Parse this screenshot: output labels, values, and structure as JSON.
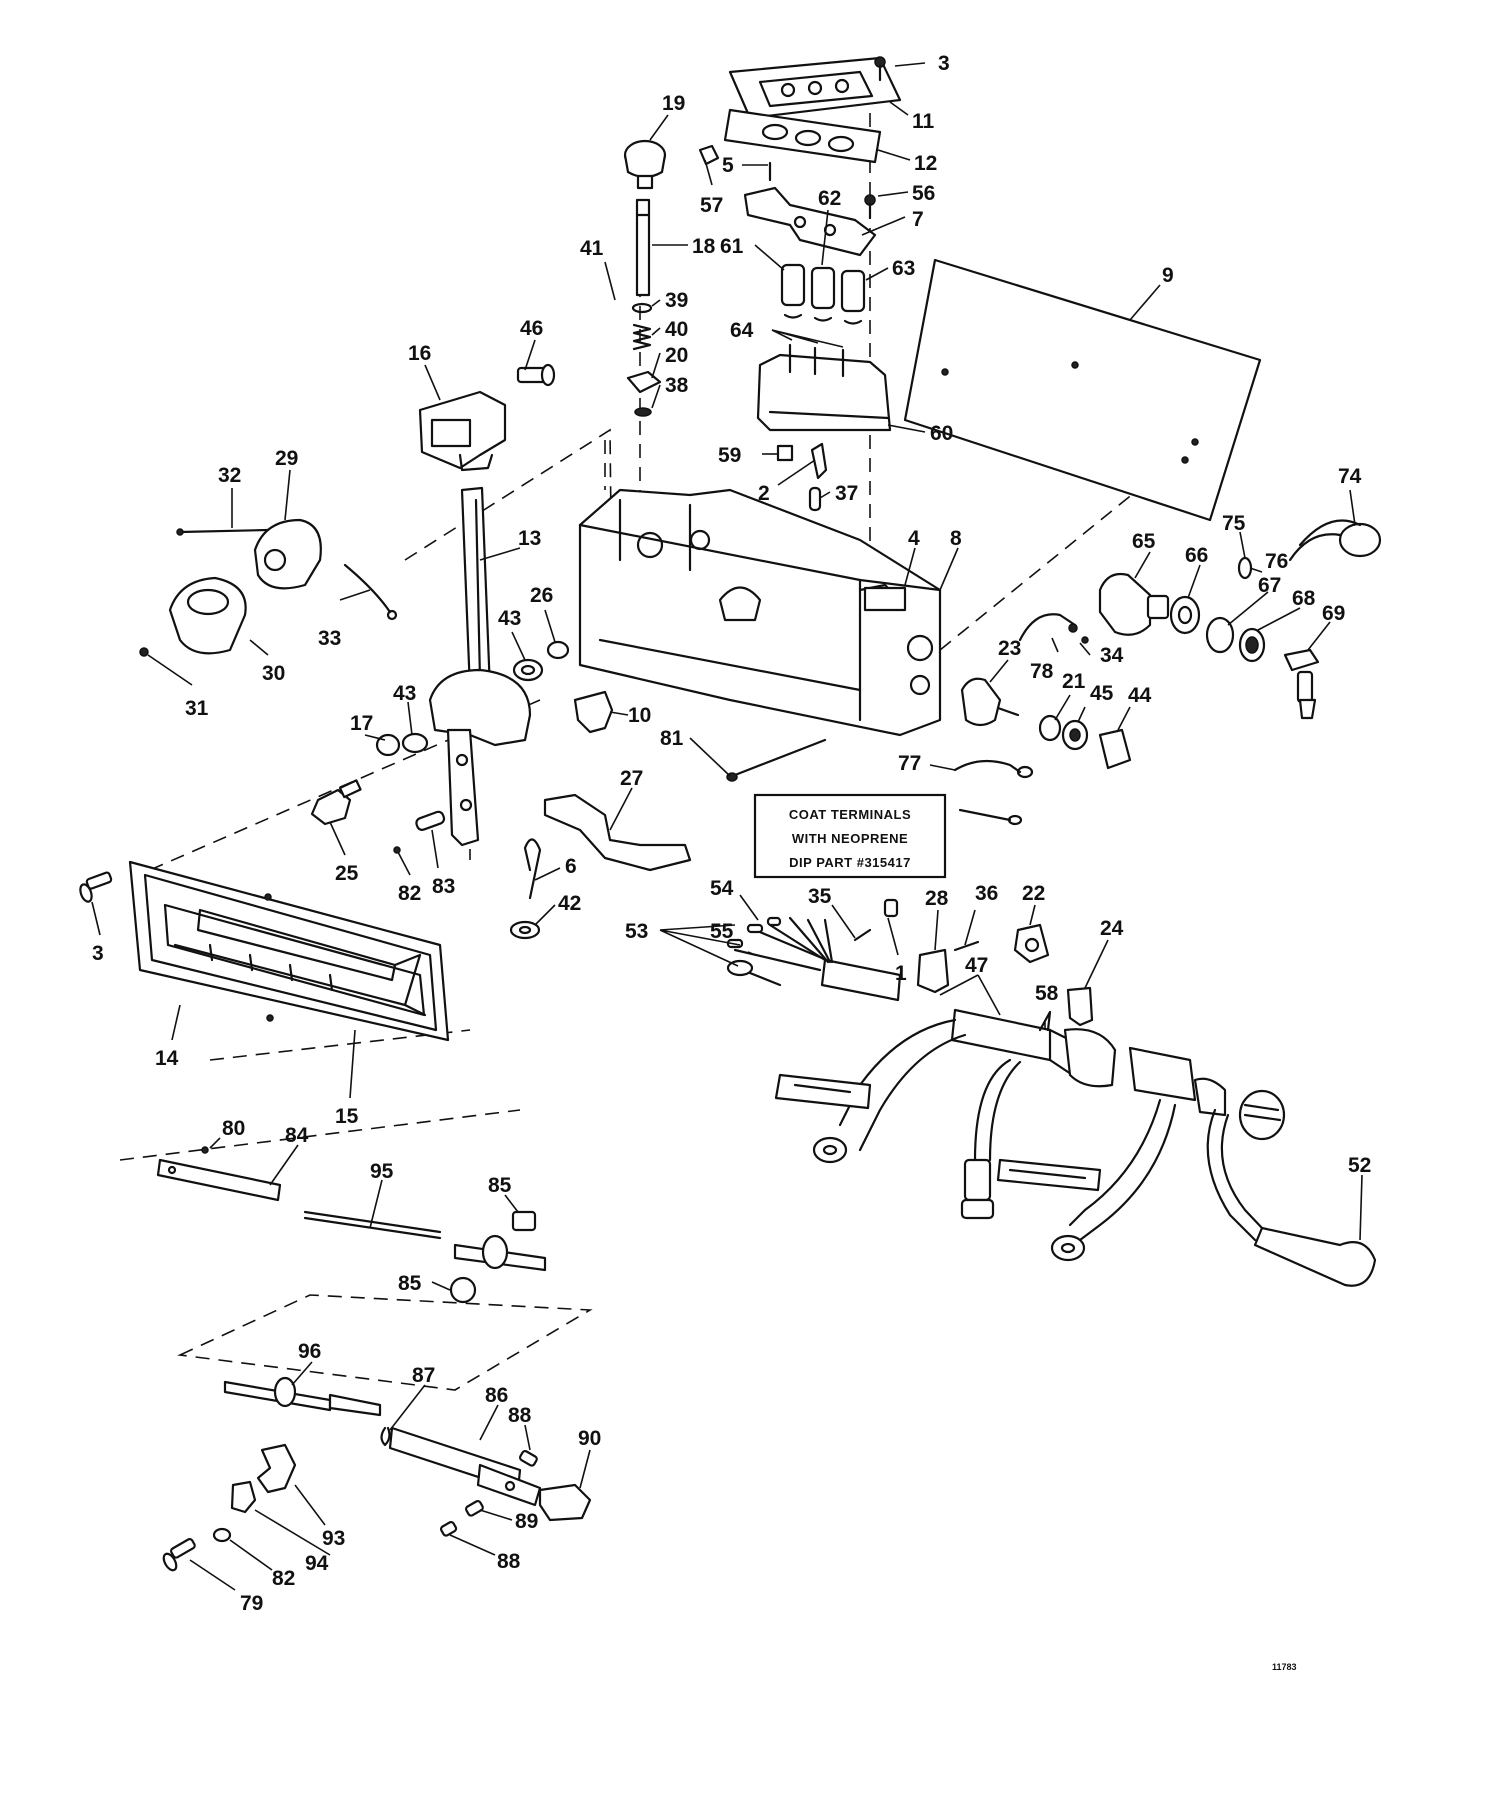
{
  "note": {
    "lines": [
      "COAT TERMINALS",
      "WITH NEOPRENE",
      "DIP PART #315417"
    ]
  },
  "drawing_ref": "11783",
  "callouts": [
    {
      "id": "c3a",
      "text": "3"
    },
    {
      "id": "c11",
      "text": "11"
    },
    {
      "id": "c12",
      "text": "12"
    },
    {
      "id": "c19",
      "text": "19"
    },
    {
      "id": "c5",
      "text": "5"
    },
    {
      "id": "c57",
      "text": "57"
    },
    {
      "id": "c62",
      "text": "62"
    },
    {
      "id": "c56",
      "text": "56"
    },
    {
      "id": "c7",
      "text": "7"
    },
    {
      "id": "c41",
      "text": "41"
    },
    {
      "id": "c18",
      "text": "18"
    },
    {
      "id": "c61",
      "text": "61"
    },
    {
      "id": "c63",
      "text": "63"
    },
    {
      "id": "c9",
      "text": "9"
    },
    {
      "id": "c39",
      "text": "39"
    },
    {
      "id": "c40",
      "text": "40"
    },
    {
      "id": "c64",
      "text": "64"
    },
    {
      "id": "c46",
      "text": "46"
    },
    {
      "id": "c20",
      "text": "20"
    },
    {
      "id": "c16",
      "text": "16"
    },
    {
      "id": "c38",
      "text": "38"
    },
    {
      "id": "c60",
      "text": "60"
    },
    {
      "id": "c32",
      "text": "32"
    },
    {
      "id": "c29",
      "text": "29"
    },
    {
      "id": "c59",
      "text": "59"
    },
    {
      "id": "c2",
      "text": "2"
    },
    {
      "id": "c37",
      "text": "37"
    },
    {
      "id": "c74",
      "text": "74"
    },
    {
      "id": "c13",
      "text": "13"
    },
    {
      "id": "c4",
      "text": "4"
    },
    {
      "id": "c8",
      "text": "8"
    },
    {
      "id": "c75",
      "text": "75"
    },
    {
      "id": "c65",
      "text": "65"
    },
    {
      "id": "c66",
      "text": "66"
    },
    {
      "id": "c76",
      "text": "76"
    },
    {
      "id": "c67",
      "text": "67"
    },
    {
      "id": "c26",
      "text": "26"
    },
    {
      "id": "c68",
      "text": "68"
    },
    {
      "id": "c69",
      "text": "69"
    },
    {
      "id": "c33",
      "text": "33"
    },
    {
      "id": "c43a",
      "text": "43"
    },
    {
      "id": "c23",
      "text": "23"
    },
    {
      "id": "c34",
      "text": "34"
    },
    {
      "id": "c78",
      "text": "78"
    },
    {
      "id": "c30",
      "text": "30"
    },
    {
      "id": "c31",
      "text": "31"
    },
    {
      "id": "c21",
      "text": "21"
    },
    {
      "id": "c45",
      "text": "45"
    },
    {
      "id": "c44",
      "text": "44"
    },
    {
      "id": "c10",
      "text": "10"
    },
    {
      "id": "c17",
      "text": "17"
    },
    {
      "id": "c43b",
      "text": "43"
    },
    {
      "id": "c81",
      "text": "81"
    },
    {
      "id": "c77",
      "text": "77"
    },
    {
      "id": "c27",
      "text": "27"
    },
    {
      "id": "c25",
      "text": "25"
    },
    {
      "id": "c82a",
      "text": "82"
    },
    {
      "id": "c83",
      "text": "83"
    },
    {
      "id": "c6",
      "text": "6"
    },
    {
      "id": "c42",
      "text": "42"
    },
    {
      "id": "c3b",
      "text": "3"
    },
    {
      "id": "c54",
      "text": "54"
    },
    {
      "id": "c35",
      "text": "35"
    },
    {
      "id": "c28",
      "text": "28"
    },
    {
      "id": "c36",
      "text": "36"
    },
    {
      "id": "c22",
      "text": "22"
    },
    {
      "id": "c53",
      "text": "53"
    },
    {
      "id": "c55",
      "text": "55"
    },
    {
      "id": "c24",
      "text": "24"
    },
    {
      "id": "c1",
      "text": "1"
    },
    {
      "id": "c47",
      "text": "47"
    },
    {
      "id": "c58",
      "text": "58"
    },
    {
      "id": "c14",
      "text": "14"
    },
    {
      "id": "c15",
      "text": "15"
    },
    {
      "id": "c80",
      "text": "80"
    },
    {
      "id": "c84",
      "text": "84"
    },
    {
      "id": "c95",
      "text": "95"
    },
    {
      "id": "c85a",
      "text": "85"
    },
    {
      "id": "c85b",
      "text": "85"
    },
    {
      "id": "c52",
      "text": "52"
    },
    {
      "id": "c96",
      "text": "96"
    },
    {
      "id": "c87",
      "text": "87"
    },
    {
      "id": "c86",
      "text": "86"
    },
    {
      "id": "c88a",
      "text": "88"
    },
    {
      "id": "c90",
      "text": "90"
    },
    {
      "id": "c93",
      "text": "93"
    },
    {
      "id": "c89",
      "text": "89"
    },
    {
      "id": "c94",
      "text": "94"
    },
    {
      "id": "c88b",
      "text": "88"
    },
    {
      "id": "c82b",
      "text": "82"
    },
    {
      "id": "c79",
      "text": "79"
    }
  ]
}
